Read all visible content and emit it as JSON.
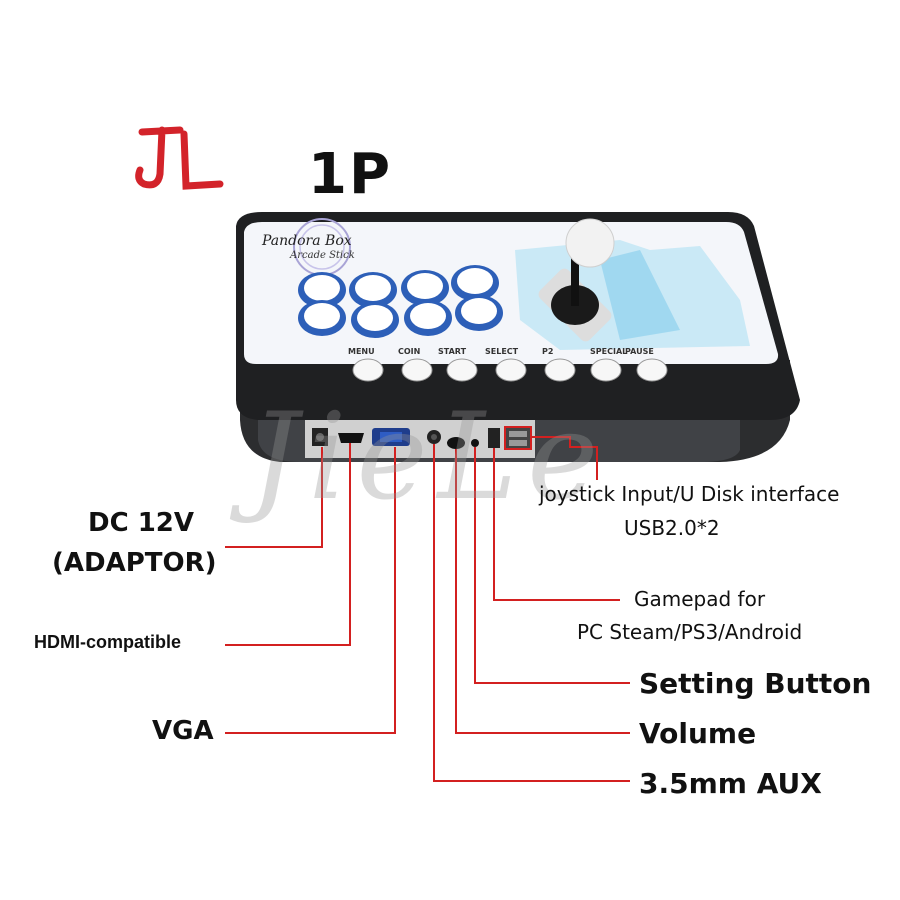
{
  "logo": {
    "text": "JL",
    "color": "#d3232a"
  },
  "title": "1P",
  "watermark": "JieLe",
  "panel_text": {
    "brand": "Pandora Box",
    "subtitle": "Arcade Stick",
    "small_labels": [
      "MENU",
      "COIN",
      "START",
      "SELECT",
      "P2",
      "SPECIAL",
      "PAUSE"
    ]
  },
  "callouts": {
    "dc_line1": "DC 12V",
    "dc_line2": "(ADAPTOR)",
    "hdmi": "HDMI-compatible",
    "vga": "VGA",
    "joystick_line1": "joystick Input/U Disk interface",
    "joystick_line2": "USB2.0*2",
    "gamepad_line1": "Gamepad for",
    "gamepad_line2": "PC Steam/PS3/Android",
    "setting": "Setting Button",
    "volume": "Volume",
    "aux": "3.5mm AUX"
  },
  "colors": {
    "leader_line": "#d32020",
    "case": "#2e2f31",
    "button_ring": "#2d5fb8",
    "panel": "#f4f6fa"
  }
}
